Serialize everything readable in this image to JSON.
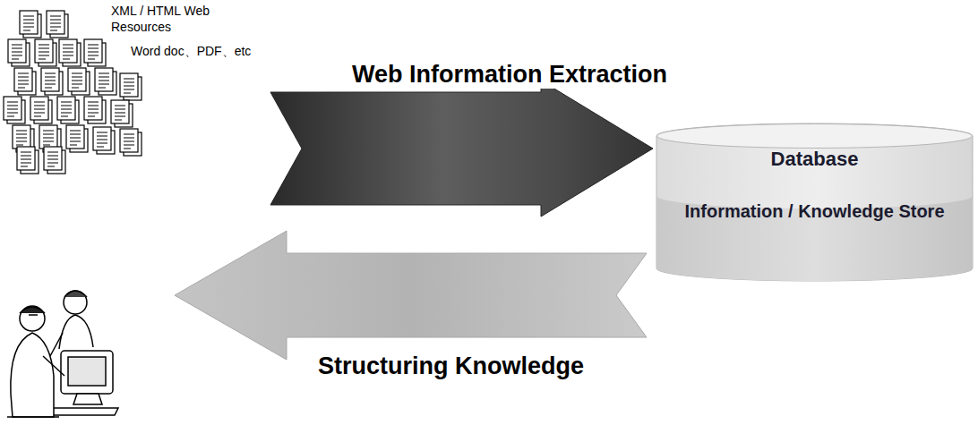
{
  "diagram": {
    "nodes": [
      {
        "text": [
          "XML / HTML Web Resources",
          "Word doc、PDF、etc"
        ]
      },
      {
        "text": [
          "Database",
          "Information / Knowledge Store"
        ]
      }
    ],
    "edges": [
      {
        "from": 0,
        "to": 1,
        "arrow": "to",
        "label": "Web Information Extraction"
      }
    ],
    "labels": [
      "Structuring Knowledge"
    ]
  }
}
